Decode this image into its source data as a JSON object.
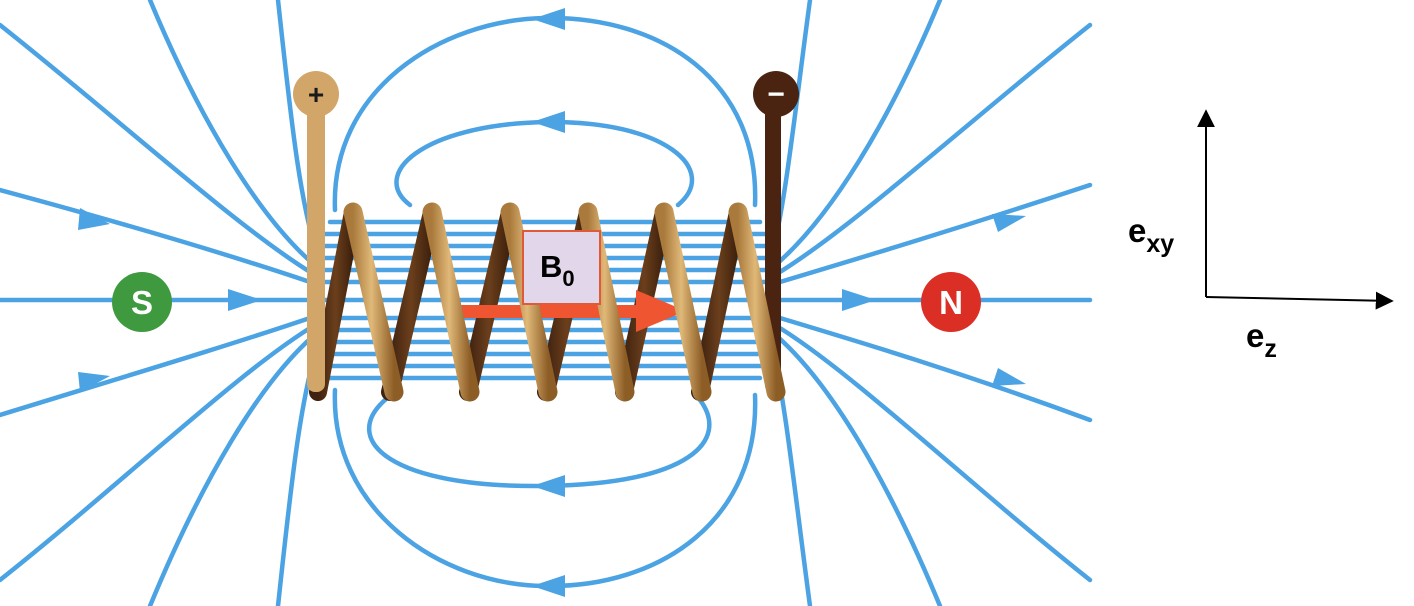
{
  "colors": {
    "field_line": "#4ba3e3",
    "wire_light": "#c99a55",
    "wire_dark": "#5a3315",
    "terminal_minus": "#4a2410",
    "pole_s": "#3f9a3f",
    "pole_n": "#db2f26",
    "b0_arrow": "#ee5530",
    "b0_box_fill": "#e2d7ea",
    "b0_box_border": "#e05a3a",
    "axis": "#000000"
  },
  "terminals": {
    "positive": "+",
    "negative": "−"
  },
  "poles": {
    "south": "S",
    "north": "N"
  },
  "field_label": {
    "base": "B",
    "sub": "0"
  },
  "axes": {
    "vertical": {
      "base": "e",
      "sub": "xy"
    },
    "horizontal": {
      "base": "e",
      "sub": "z"
    }
  }
}
